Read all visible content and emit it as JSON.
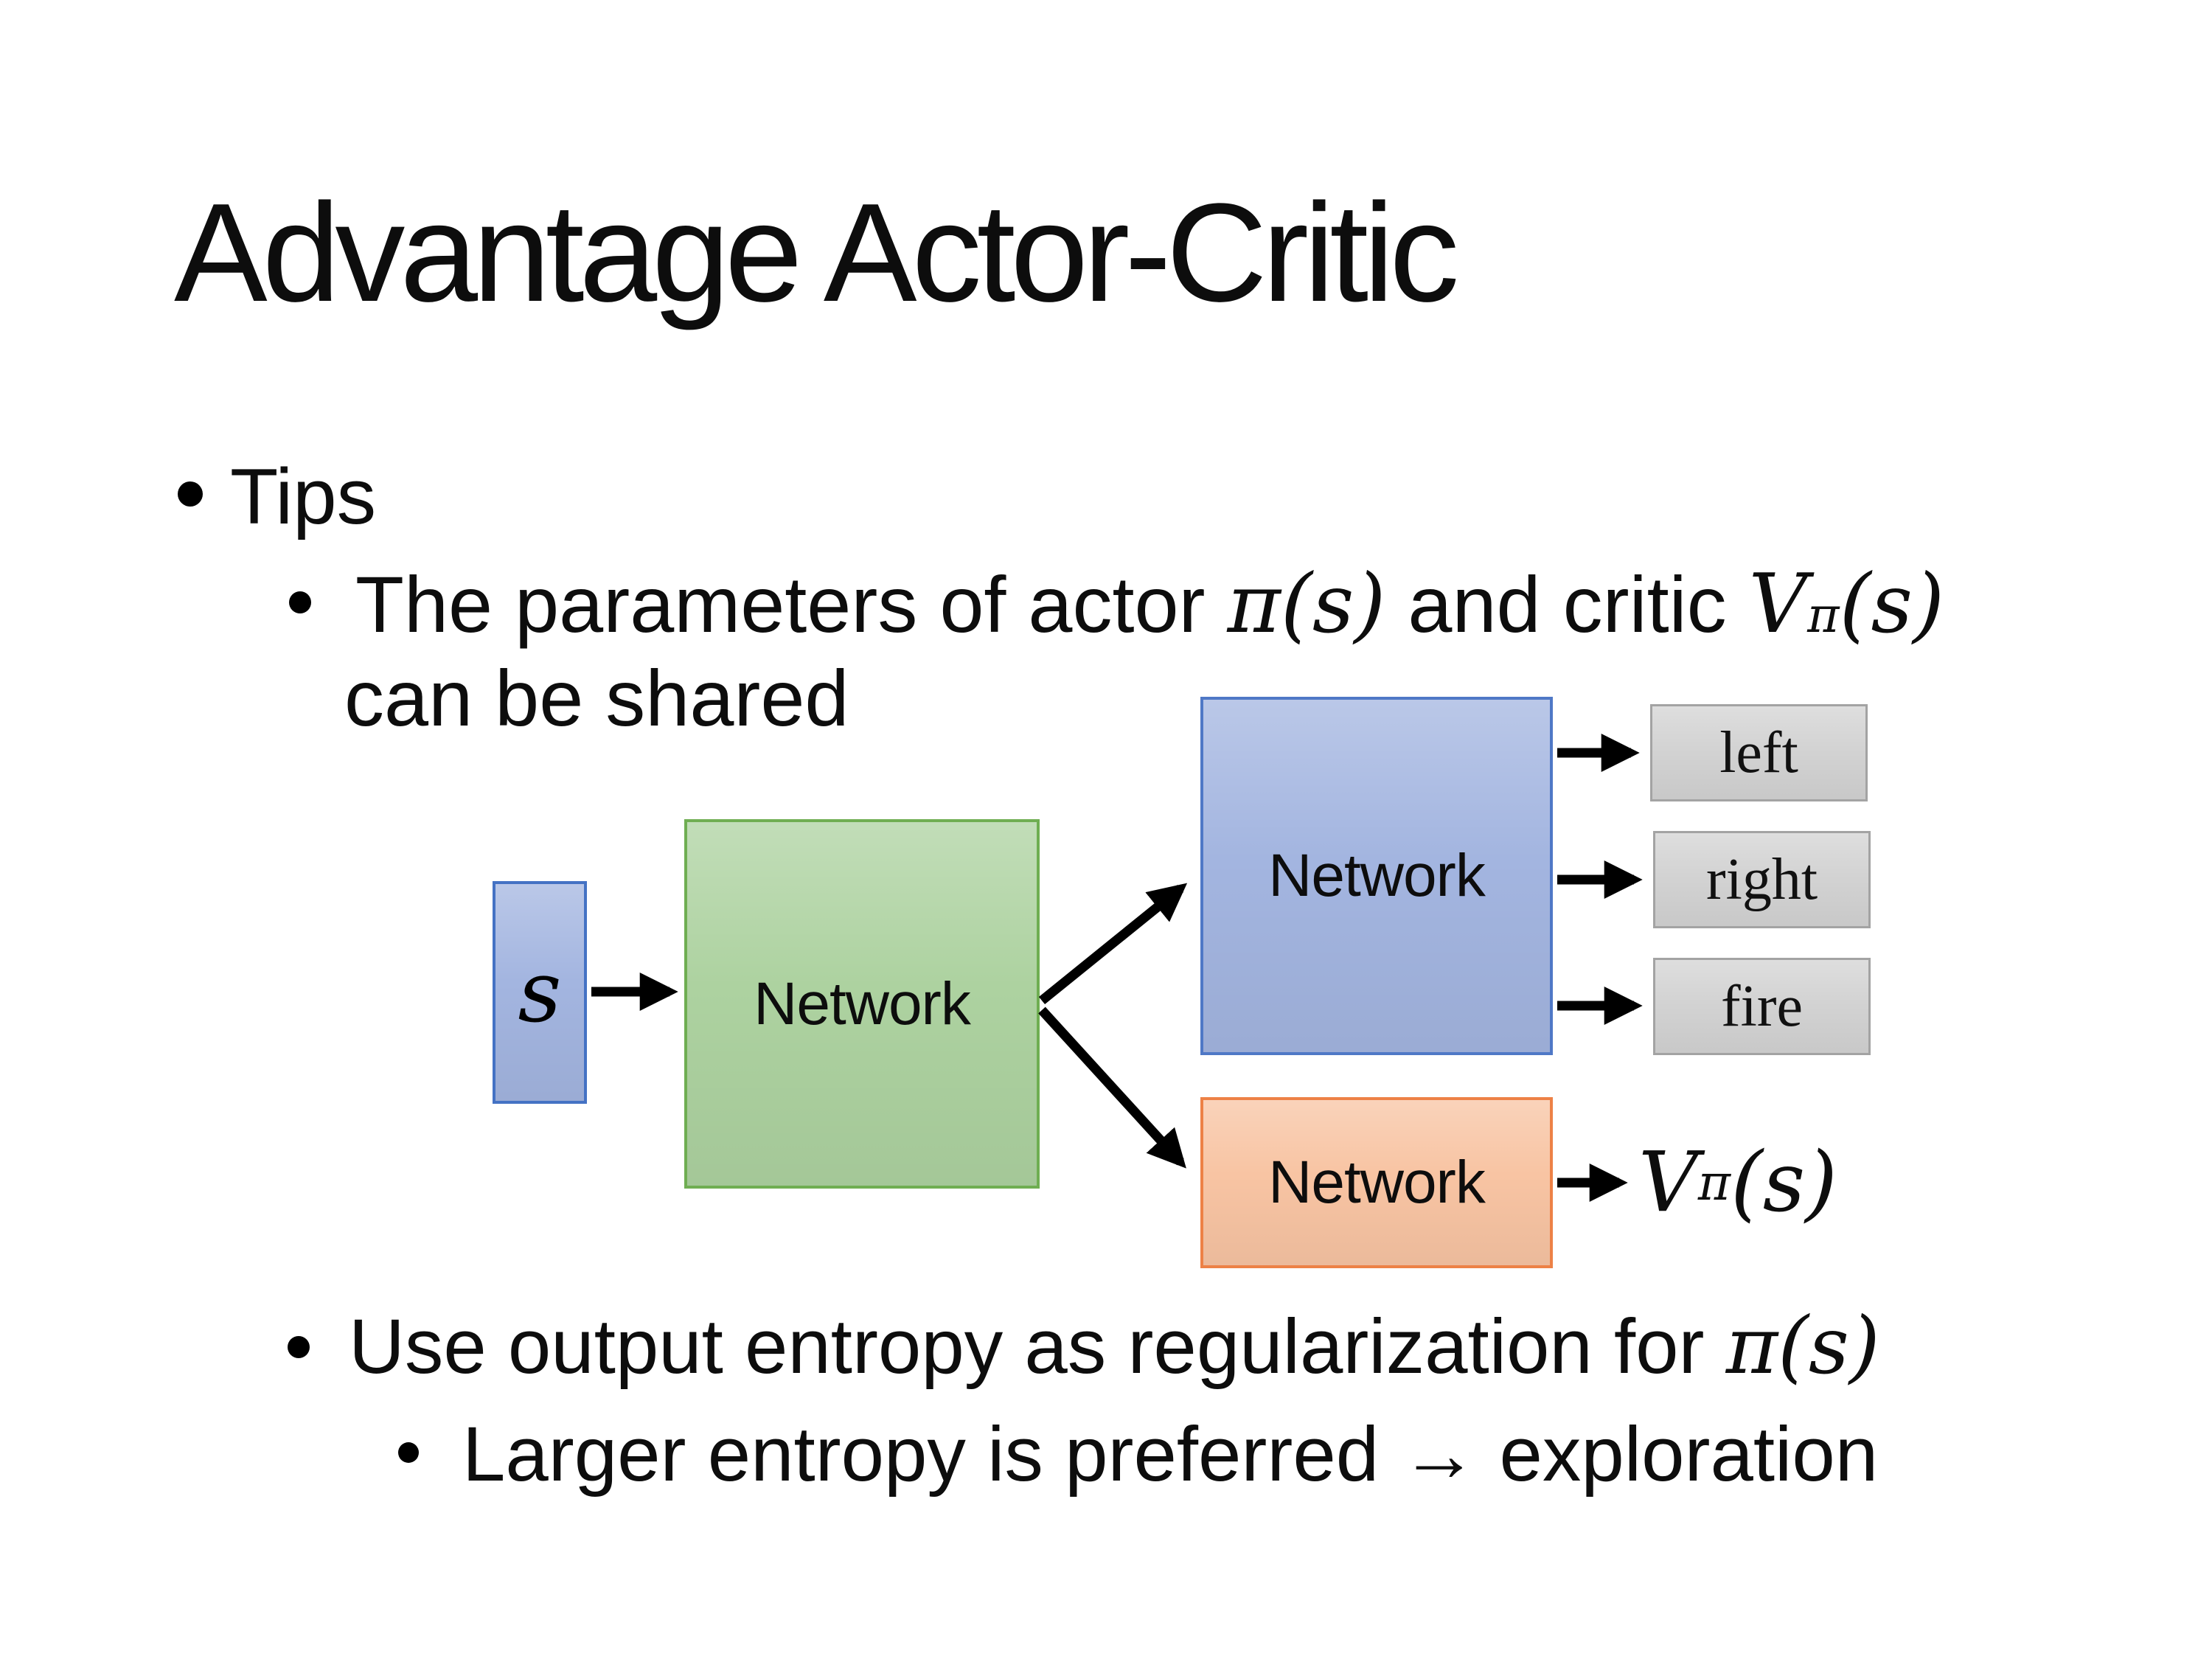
{
  "slide": {
    "title": "Advantage Actor-Critic"
  },
  "bullets": {
    "tips": "Tips",
    "sub1_pre": "The parameters of actor ",
    "sub1_math1": "π(s)",
    "sub1_mid": "  and critic ",
    "sub1_v": "V",
    "sub1_vsup": "π",
    "sub1_vtail": "(s)",
    "sub1_line2": "can be shared",
    "bottom1_pre": "Use output entropy as regularization for ",
    "bottom1_math": "π(s)",
    "bottom2": "Larger entropy is preferred → exploration"
  },
  "diagram": {
    "state_label": "s",
    "shared_network": "Network",
    "actor_network": "Network",
    "critic_network": "Network",
    "actions": [
      "left",
      "right",
      "fire"
    ],
    "value_v": "V",
    "value_sup": "π",
    "value_tail": "(s)",
    "colors": {
      "blue_fill": "#a3b5e0",
      "blue_border": "#4f78c6",
      "green_fill": "#add2a0",
      "green_border": "#6fae52",
      "orange_fill": "#f8c4a3",
      "orange_border": "#ed8146",
      "gray_fill": "#d3d3d3",
      "gray_border": "#a3a3a3",
      "state_border": "#4472c4",
      "arrow": "#000000"
    }
  }
}
